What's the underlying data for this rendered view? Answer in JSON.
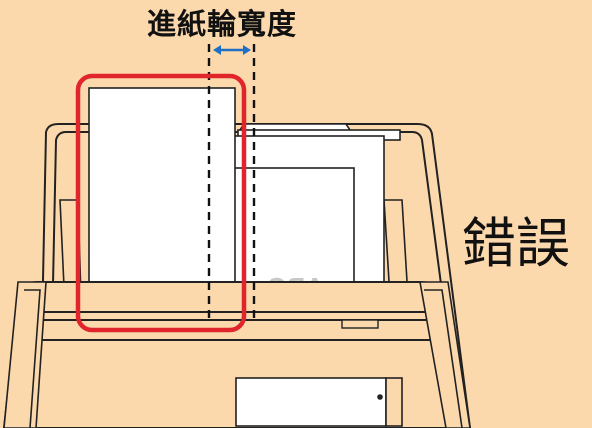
{
  "caption": "進紙輪寬度",
  "result_label": "錯誤",
  "paper_mark": "ABC",
  "colors": {
    "background": "#fcd9ad",
    "highlight": "#e0262b",
    "arrow": "#1f6fc4",
    "scanner_outline": "#222222",
    "paper": "#ffffff"
  },
  "icons": [
    "double-arrow-icon"
  ]
}
